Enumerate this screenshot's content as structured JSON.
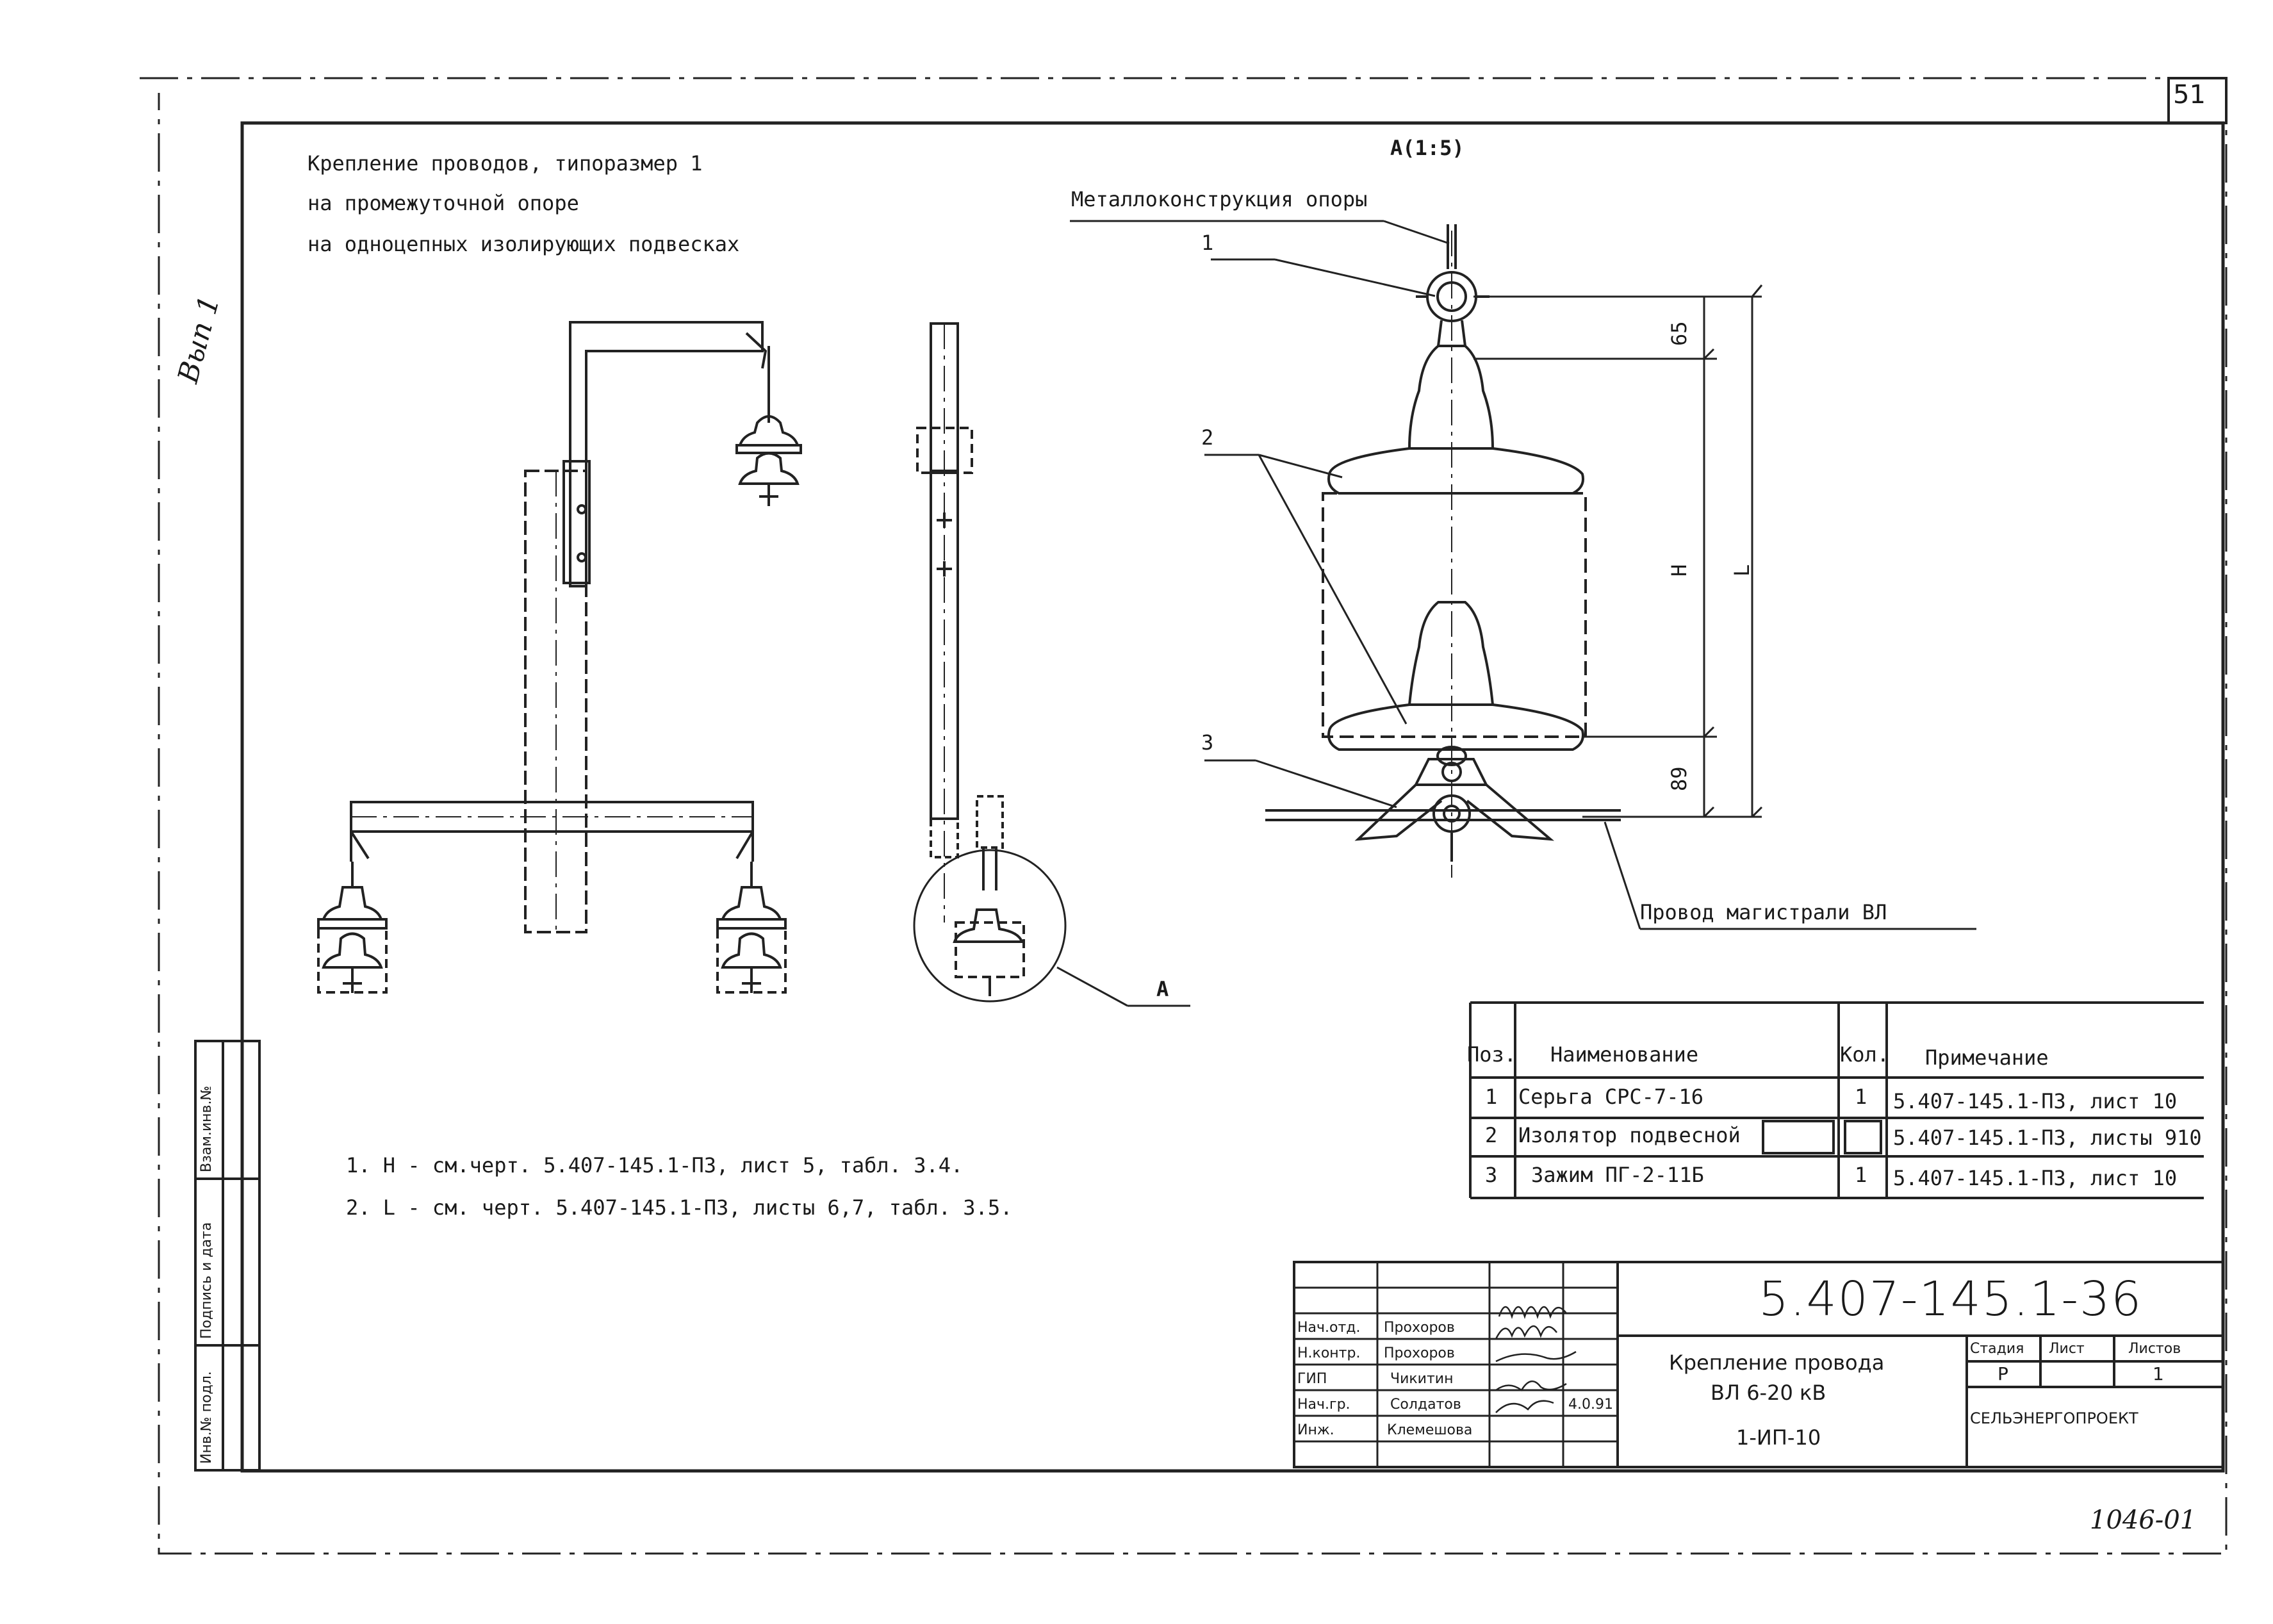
{
  "sheet": {
    "page_number": "51",
    "inventory_stamp": "1046-01",
    "margin_note": "Вып 1"
  },
  "title_block_left": {
    "line1": "Крепление проводов, типоразмер 1",
    "line2": "на промежуточной опоре",
    "line3": "на одноцепных изолирующих подвесках"
  },
  "detail_a": {
    "title": "А(1:5)",
    "support_label": "Металлоконструкция опоры",
    "callouts": [
      "1",
      "2",
      "3"
    ],
    "dimensions": {
      "d65": "65",
      "dH": "Н",
      "dL": "L",
      "d89": "89"
    },
    "wire_label": "Провод магистрали ВЛ",
    "view_marker": "А"
  },
  "notes": [
    "1. Н - см.черт. 5.407-145.1-ПЗ, лист 5, табл. 3.4.",
    "2. L - см. черт. 5.407-145.1-ПЗ, листы 6,7, табл. 3.5."
  ],
  "spec_table": {
    "headers": {
      "pos": "Поз.",
      "name": "Наименование",
      "qty": "Кол.",
      "note": "Примечание"
    },
    "rows": [
      {
        "pos": "1",
        "name": "Серьга СРС-7-16",
        "qty": "1",
        "note": "5.407-145.1-ПЗ, лист 10"
      },
      {
        "pos": "2",
        "name": "Изолятор подвесной",
        "qty": "",
        "note": "5.407-145.1-ПЗ, листы 910"
      },
      {
        "pos": "3",
        "name": "Зажим ПГ-2-11Б",
        "qty": "1",
        "note": "5.407-145.1-ПЗ, лист 10"
      }
    ]
  },
  "side_stamp": {
    "inv_orig": "Инв.№ подл.",
    "sign_date": "Подпись и дата",
    "inv_repl": "Взам.инв.№"
  },
  "stamp": {
    "doc_code": "5.407-145.1-36",
    "title_line1": "Крепление провода",
    "title_line2": "ВЛ 6-20 кВ",
    "title_line3": "1-ИП-10",
    "stage_label": "Стадия",
    "sheet_label": "Лист",
    "sheets_label": "Листов",
    "stage": "Р",
    "sheet": "",
    "sheets": "1",
    "org": "СЕЛЬЭНЕРГОПРОЕКТ",
    "roles": [
      {
        "role": "Нач.отд.",
        "name": "Прохоров",
        "date": ""
      },
      {
        "role": "Н.контр.",
        "name": "Прохоров",
        "date": ""
      },
      {
        "role": "ГИП",
        "name": "Чикитин",
        "date": ""
      },
      {
        "role": "Нач.гр.",
        "name": "Солдатов",
        "date": "4.0.91"
      },
      {
        "role": "Инж.",
        "name": "Клемешова",
        "date": ""
      }
    ]
  }
}
